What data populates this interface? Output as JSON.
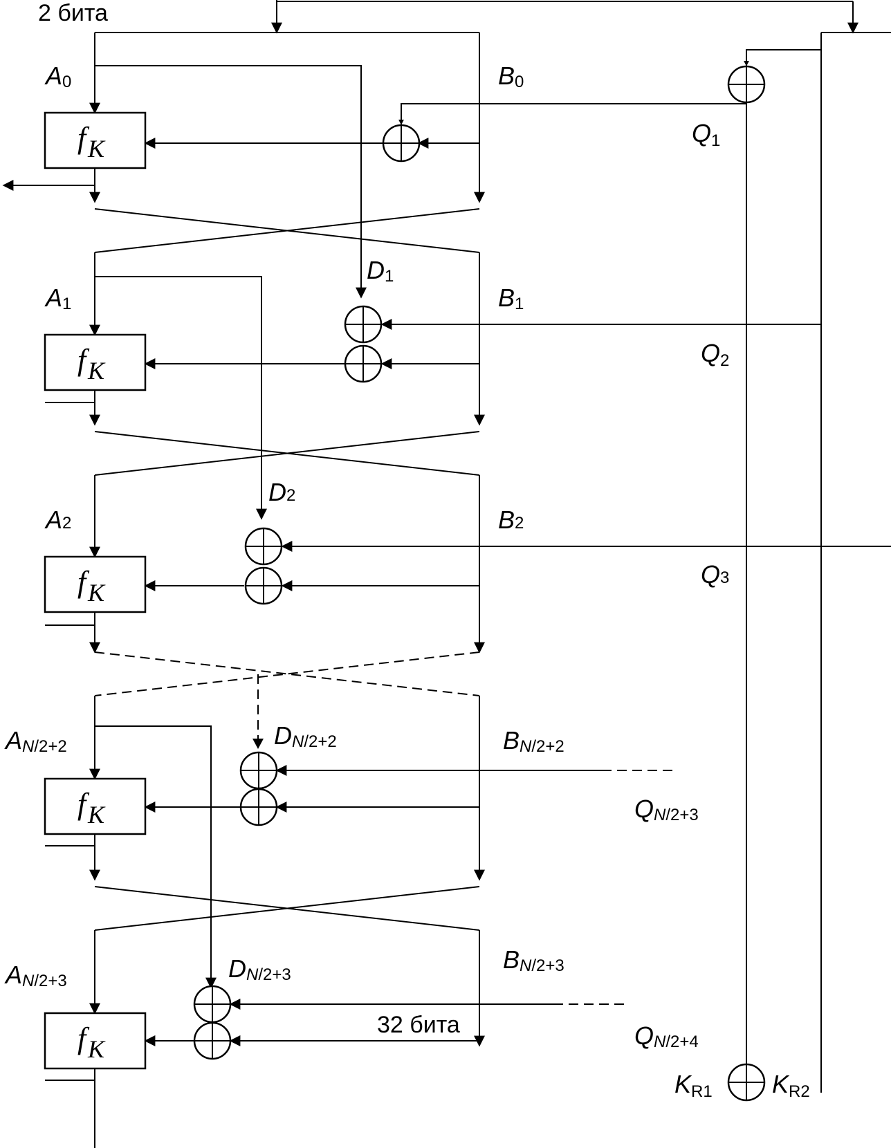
{
  "diagram": {
    "func_letter": "f",
    "func_sub": "K",
    "labels": {
      "bits_top": "2 бита",
      "bits_32": "32 бита",
      "a0": {
        "main": "A",
        "sub": "0"
      },
      "b0": {
        "main": "B",
        "sub": "0"
      },
      "q1": {
        "main": "Q",
        "sub": "1"
      },
      "a1": {
        "main": "A",
        "sub": "1"
      },
      "b1": {
        "main": "B",
        "sub": "1"
      },
      "d1": {
        "main": "D",
        "sub": "1"
      },
      "q2": {
        "main": "Q",
        "sub": "2"
      },
      "a2": {
        "main": "A",
        "sub": "2"
      },
      "b2": {
        "main": "B",
        "sub": "2"
      },
      "d2": {
        "main": "D",
        "sub": "2"
      },
      "q3": {
        "main": "Q",
        "sub": "3"
      },
      "an2": {
        "main": "A",
        "sub_i": "N",
        "sub": "/2+2"
      },
      "bn2": {
        "main": "B",
        "sub_i": "N",
        "sub": "/2+2"
      },
      "dn2": {
        "main": "D",
        "sub_i": "N",
        "sub": "/2+2"
      },
      "qn3": {
        "main": "Q",
        "sub_i": "N",
        "sub": "/2+3"
      },
      "an3": {
        "main": "A",
        "sub_i": "N",
        "sub": "/2+3"
      },
      "bn3": {
        "main": "B",
        "sub_i": "N",
        "sub": "/2+3"
      },
      "dn3": {
        "main": "D",
        "sub_i": "N",
        "sub": "/2+3"
      },
      "qn4": {
        "main": "Q",
        "sub_i": "N",
        "sub": "/2+4"
      },
      "kr1": {
        "main": "K",
        "sub": "R1"
      },
      "kr2": {
        "main": "K",
        "sub": "R2"
      }
    }
  }
}
